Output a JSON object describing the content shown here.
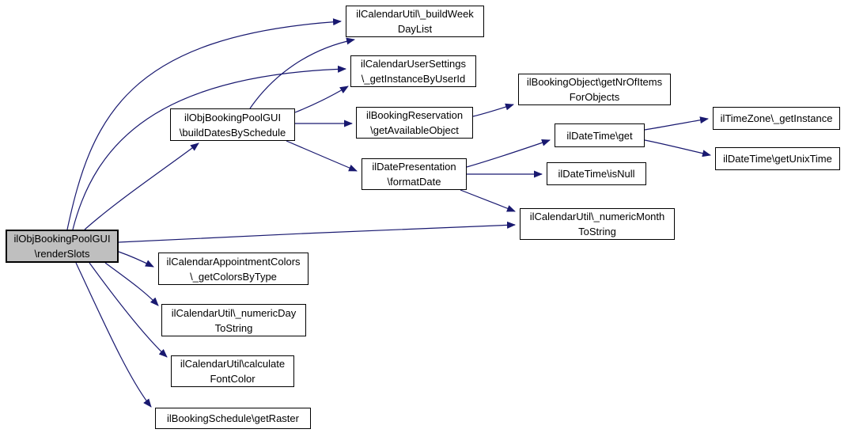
{
  "diagram": {
    "type": "call-graph",
    "colors": {
      "edge": "#191970",
      "node_border": "#000000",
      "node_fill": "#FFFFFF",
      "highlight_fill": "#BFBFBF",
      "text": "#000000"
    },
    "nodes": {
      "renderSlots": {
        "line1": "ilObjBookingPoolGUI",
        "line2": "\\renderSlots",
        "highlighted": "true"
      },
      "buildDatesBySchedule": {
        "line1": "ilObjBookingPoolGUI",
        "line2": "\\buildDatesBySchedule"
      },
      "buildWeekDayList": {
        "line1": "ilCalendarUtil\\_buildWeek",
        "line2": "DayList"
      },
      "getInstanceByUserId": {
        "line1": "ilCalendarUserSettings",
        "line2": "\\_getInstanceByUserId"
      },
      "getAvailableObject": {
        "line1": "ilBookingReservation",
        "line2": "\\getAvailableObject"
      },
      "formatDate": {
        "line1": "ilDatePresentation",
        "line2": "\\formatDate"
      },
      "getNrOfItemsForObjects": {
        "line1": "ilBookingObject\\getNrOfItems",
        "line2": "ForObjects"
      },
      "dateTimeGet": {
        "line1": "ilDateTime\\get"
      },
      "isNull": {
        "line1": "ilDateTime\\isNull"
      },
      "numericMonthToString": {
        "line1": "ilCalendarUtil\\_numericMonth",
        "line2": "ToString"
      },
      "timeZoneGetInstance": {
        "line1": "ilTimeZone\\_getInstance"
      },
      "getUnixTime": {
        "line1": "ilDateTime\\getUnixTime"
      },
      "getColorsByType": {
        "line1": "ilCalendarAppointmentColors",
        "line2": "\\_getColorsByType"
      },
      "numericDayToString": {
        "line1": "ilCalendarUtil\\_numericDay",
        "line2": "ToString"
      },
      "calculateFontColor": {
        "line1": "ilCalendarUtil\\calculate",
        "line2": "FontColor"
      },
      "getRaster": {
        "line1": "ilBookingSchedule\\getRaster"
      }
    },
    "edges": [
      {
        "from": "renderSlots",
        "to": "buildWeekDayList"
      },
      {
        "from": "renderSlots",
        "to": "getInstanceByUserId"
      },
      {
        "from": "renderSlots",
        "to": "buildDatesBySchedule"
      },
      {
        "from": "renderSlots",
        "to": "numericMonthToString"
      },
      {
        "from": "renderSlots",
        "to": "getColorsByType"
      },
      {
        "from": "renderSlots",
        "to": "numericDayToString"
      },
      {
        "from": "renderSlots",
        "to": "calculateFontColor"
      },
      {
        "from": "renderSlots",
        "to": "getRaster"
      },
      {
        "from": "buildDatesBySchedule",
        "to": "buildWeekDayList"
      },
      {
        "from": "buildDatesBySchedule",
        "to": "getInstanceByUserId"
      },
      {
        "from": "buildDatesBySchedule",
        "to": "getAvailableObject"
      },
      {
        "from": "buildDatesBySchedule",
        "to": "formatDate"
      },
      {
        "from": "getAvailableObject",
        "to": "getNrOfItemsForObjects"
      },
      {
        "from": "formatDate",
        "to": "dateTimeGet"
      },
      {
        "from": "formatDate",
        "to": "isNull"
      },
      {
        "from": "formatDate",
        "to": "numericMonthToString"
      },
      {
        "from": "dateTimeGet",
        "to": "timeZoneGetInstance"
      },
      {
        "from": "dateTimeGet",
        "to": "getUnixTime"
      }
    ]
  }
}
